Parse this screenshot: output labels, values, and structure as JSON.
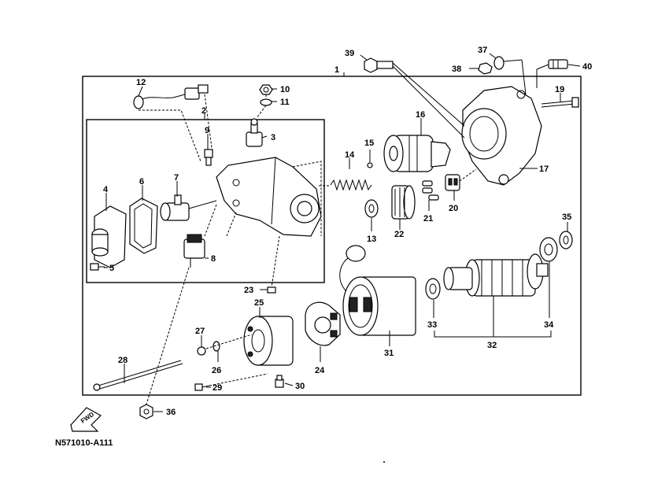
{
  "diagram": {
    "figure_code": "N571010-A111",
    "fwd_label": "FWD",
    "callouts": {
      "c1": "1",
      "c2": "2",
      "c3": "3",
      "c4": "4",
      "c5": "5",
      "c6": "6",
      "c7": "7",
      "c8": "8",
      "c9": "9",
      "c10": "10",
      "c11": "11",
      "c12": "12",
      "c13": "13",
      "c14": "14",
      "c15": "15",
      "c16": "16",
      "c17": "17",
      "c19": "19",
      "c20": "20",
      "c21": "21",
      "c22": "22",
      "c23": "23",
      "c24": "24",
      "c25": "25",
      "c26": "26",
      "c27": "27",
      "c28": "28",
      "c29": "29",
      "c30": "30",
      "c31": "31",
      "c32": "32",
      "c33": "33",
      "c34": "34",
      "c35": "35",
      "c36": "36",
      "c37": "37",
      "c38": "38",
      "c39": "39",
      "c40": "40"
    }
  }
}
